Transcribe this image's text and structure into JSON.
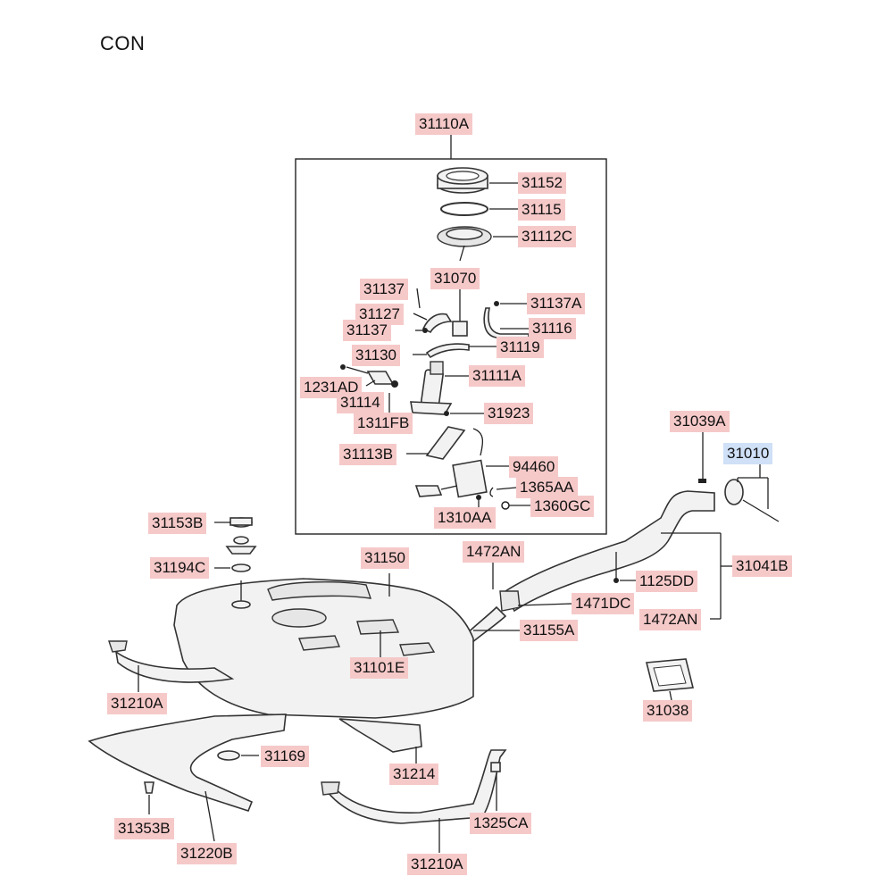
{
  "corner_text": "CON",
  "labels": {
    "l31110A": "31110A",
    "l31152": "31152",
    "l31115": "31115",
    "l31112C": "31112C",
    "l31137a": "31137",
    "l31070": "31070",
    "l31137A": "31137A",
    "l31127": "31127",
    "l31116": "31116",
    "l31137b": "31137",
    "l31119": "31119",
    "l31130": "31130",
    "l31111A": "31111A",
    "l1231AD": "1231AD",
    "l31114": "31114",
    "l1311FB": "1311FB",
    "l31923": "31923",
    "l31113B": "31113B",
    "l94460": "94460",
    "l1365AA": "1365AA",
    "l1310AA": "1310AA",
    "l1360GC": "1360GC",
    "l31039A": "31039A",
    "l31010": "31010",
    "l31153B": "31153B",
    "l31150": "31150",
    "l1472ANa": "1472AN",
    "l31194C": "31194C",
    "l1125DD": "1125DD",
    "l31041B": "31041B",
    "l1471DC": "1471DC",
    "l1472ANb": "1472AN",
    "l31155A": "31155A",
    "l31101E": "31101E",
    "l31210Aa": "31210A",
    "l31038": "31038",
    "l31169": "31169",
    "l31214": "31214",
    "l1325CA": "1325CA",
    "l31353B": "31353B",
    "l31220B": "31220B",
    "l31210Ab": "31210A"
  }
}
